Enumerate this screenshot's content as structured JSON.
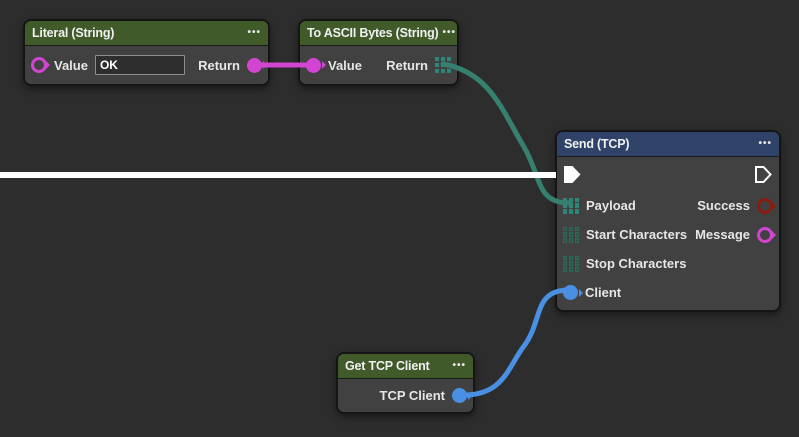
{
  "canvas": {
    "background": "#2d2d2d"
  },
  "colors": {
    "green_header": "#405a2a",
    "navy_header": "#2f4368",
    "node_body": "#414141",
    "magenta_port": "#d244d2",
    "teal_array_port": "#2f8577",
    "blue_client_port": "#4a90e2",
    "red_success_port": "#8a1c0f",
    "exec_wire": "#ffffff"
  },
  "nodes": {
    "literal": {
      "title": "Literal (String)",
      "menu": "•••",
      "value_label": "Value",
      "value_field": "OK",
      "return_label": "Return"
    },
    "ascii": {
      "title": "To ASCII Bytes (String)",
      "menu": "•••",
      "value_label": "Value",
      "return_label": "Return"
    },
    "send": {
      "title": "Send (TCP)",
      "menu": "•••",
      "payload_label": "Payload",
      "success_label": "Success",
      "start_label": "Start Characters",
      "message_label": "Message",
      "stop_label": "Stop Characters",
      "client_label": "Client"
    },
    "get_client": {
      "title": "Get TCP Client",
      "menu": "•••",
      "output_label": "TCP Client"
    }
  },
  "wires": [
    {
      "name": "string-wire",
      "color": "#d244d2",
      "from": "Literal (String).Return",
      "to": "To ASCII Bytes (String).Value"
    },
    {
      "name": "bytes-wire",
      "color": "#35806f",
      "from": "To ASCII Bytes (String).Return",
      "to": "Send (TCP).Payload"
    },
    {
      "name": "client-wire",
      "color": "#4a90e2",
      "from": "Get TCP Client.TCP Client",
      "to": "Send (TCP).Client"
    },
    {
      "name": "exec-wire",
      "color": "#ffffff",
      "to": "Send (TCP).exec-in"
    }
  ]
}
